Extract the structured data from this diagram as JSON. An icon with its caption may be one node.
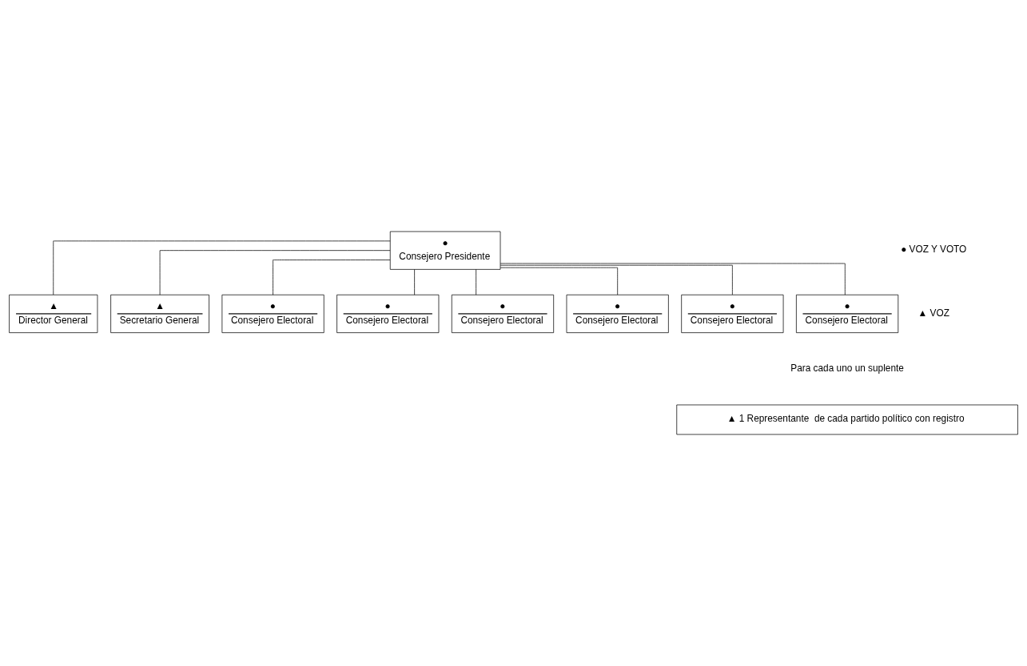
{
  "diagram": {
    "nodes": [
      {
        "text": [
          "●",
          "Consejero Presidente"
        ]
      },
      {
        "text": [
          "▲",
          "Director General"
        ]
      },
      {
        "text": [
          "▲",
          "Secretario General"
        ]
      },
      {
        "text": [
          "●",
          "Consejero Electoral"
        ]
      },
      {
        "text": [
          "●",
          "Consejero Electoral"
        ]
      },
      {
        "text": [
          "●",
          "Consejero Electoral"
        ]
      },
      {
        "text": [
          "●",
          "Consejero Electoral"
        ]
      },
      {
        "text": [
          "●",
          "Consejero Electoral"
        ]
      },
      {
        "text": [
          "●",
          "Consejero Electoral"
        ]
      },
      {
        "text": [
          "▲ 1 Representante  de cada partido político con registro"
        ]
      }
    ],
    "edges": [
      {
        "from": 0,
        "to": 1,
        "arrow": "none"
      },
      {
        "from": 0,
        "to": 2,
        "arrow": "none"
      },
      {
        "from": 0,
        "to": 3,
        "arrow": "none"
      },
      {
        "from": 0,
        "to": 4,
        "arrow": "none"
      },
      {
        "from": 0,
        "to": 5,
        "arrow": "none"
      },
      {
        "from": 0,
        "to": 6,
        "arrow": "none"
      },
      {
        "from": 0,
        "to": 7,
        "arrow": "none"
      },
      {
        "from": 0,
        "to": 8,
        "arrow": "none"
      }
    ],
    "labels": [
      "● VOZ Y VOTO",
      "▲ VOZ",
      "Para cada uno un suplente"
    ]
  }
}
